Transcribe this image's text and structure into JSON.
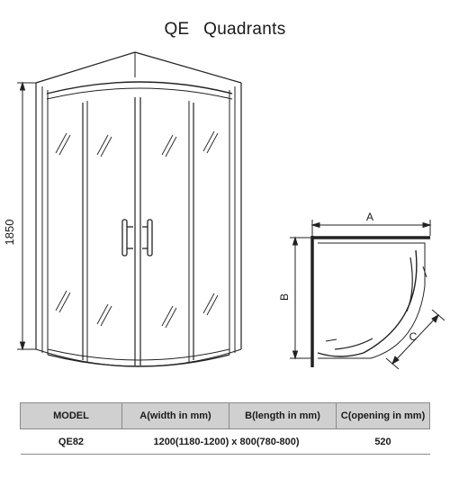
{
  "title": {
    "model": "QE",
    "name": "Quadrants"
  },
  "elevation": {
    "height_label": "1850"
  },
  "plan": {
    "dim_a": "A",
    "dim_b": "B",
    "dim_c": "C"
  },
  "spec_table": {
    "headers": [
      "MODEL",
      "A(width in mm)",
      "B(length in mm)",
      "C(opening in mm)"
    ],
    "row": {
      "model": "QE82",
      "ab": "1200(1180-1200)  x  800(780-800)",
      "c": "520"
    }
  }
}
